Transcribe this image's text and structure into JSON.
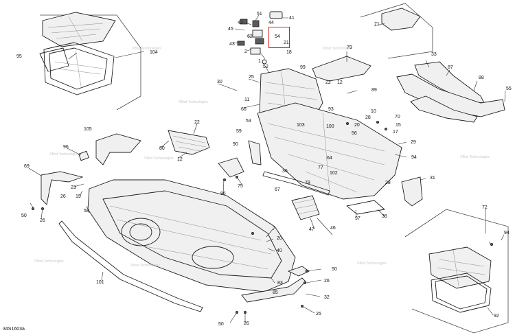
{
  "diagram": {
    "code": "34S1603a",
    "watermark": "©Bsd Technologies",
    "highlighted_callout": "54",
    "callouts": [
      "51",
      "41",
      "42",
      "44",
      "45",
      "62",
      "54",
      "21",
      "43",
      "2",
      "18",
      "71",
      "95",
      "104",
      "79",
      "1",
      "52",
      "99",
      "33",
      "87",
      "88",
      "55",
      "25",
      "30",
      "11",
      "22",
      "12",
      "89",
      "66",
      "93",
      "53",
      "103",
      "100",
      "10",
      "70",
      "20",
      "28",
      "15",
      "56",
      "17",
      "29",
      "22",
      "105",
      "80",
      "96",
      "12",
      "59",
      "90",
      "64",
      "94",
      "69",
      "77",
      "102",
      "23",
      "26",
      "19",
      "36",
      "28",
      "31",
      "75",
      "86",
      "78",
      "67",
      "50",
      "26",
      "58",
      "97",
      "38",
      "47",
      "46",
      "72",
      "7",
      "20",
      "40",
      "94",
      "101",
      "50",
      "26",
      "83",
      "85",
      "32",
      "50",
      "26",
      "26",
      "92"
    ]
  }
}
